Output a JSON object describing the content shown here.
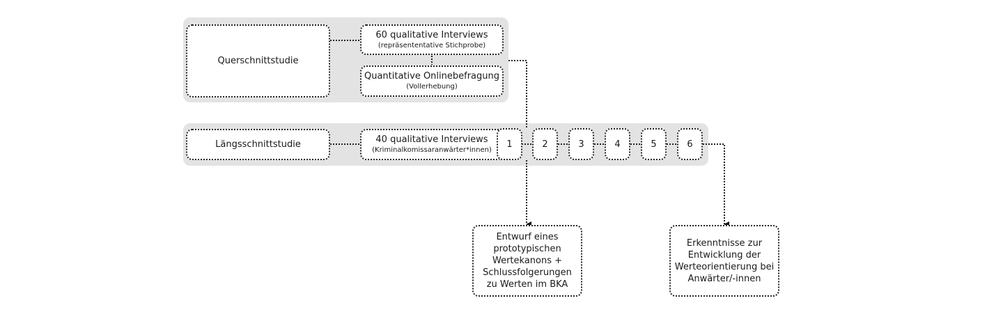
{
  "cross_section": {
    "label": "Querschnittstudie",
    "interviews": {
      "title": "60 qualitative Interviews",
      "subtitle": "(repräsententative Stichprobe)"
    },
    "survey": {
      "title": "Quantitative Onlinebefragung",
      "subtitle": "(Vollerhebung)"
    }
  },
  "longitudinal": {
    "label": "Längsschnittstudie",
    "interviews": {
      "title": "40 qualitative Interviews",
      "subtitle": "(Kriminalkomissaranwärter*innen)"
    },
    "waves": [
      "1",
      "2",
      "3",
      "4",
      "5",
      "6"
    ]
  },
  "outputs": {
    "draft": [
      "Entwurf eines",
      "prototypischen",
      "Wertekanons +",
      "Schlussfolgerungen",
      "zu Werten im BKA"
    ],
    "insights": [
      "Erkenntnisse zur",
      "Entwicklung der",
      "Werteorientierung bei",
      "Anwärter/-innen"
    ]
  }
}
